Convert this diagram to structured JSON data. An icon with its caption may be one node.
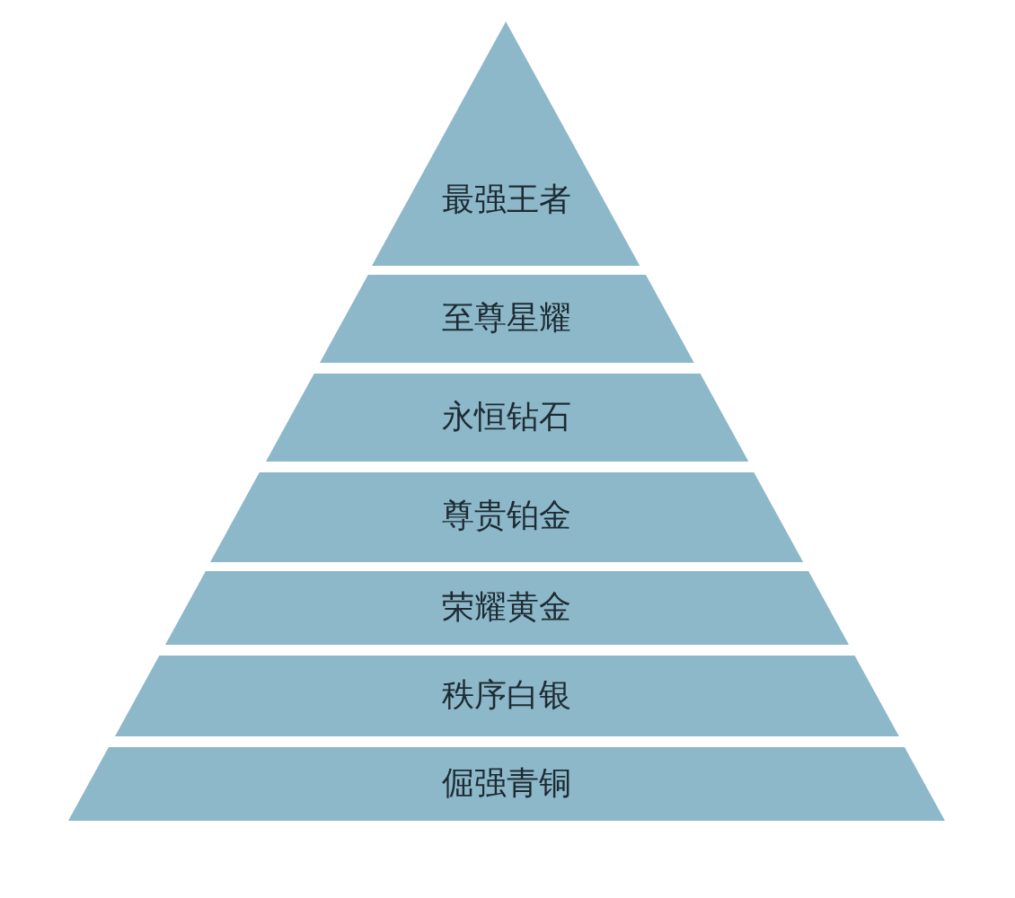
{
  "diagram": {
    "nodes": [
      {
        "text": [
          "最强王者"
        ]
      },
      {
        "text": [
          "至尊星耀"
        ]
      },
      {
        "text": [
          "永恒钻石"
        ]
      },
      {
        "text": [
          "尊贵铂金"
        ]
      },
      {
        "text": [
          "荣耀黄金"
        ]
      },
      {
        "text": [
          "秩序白银"
        ]
      },
      {
        "text": [
          "倔强青铜"
        ]
      }
    ]
  }
}
